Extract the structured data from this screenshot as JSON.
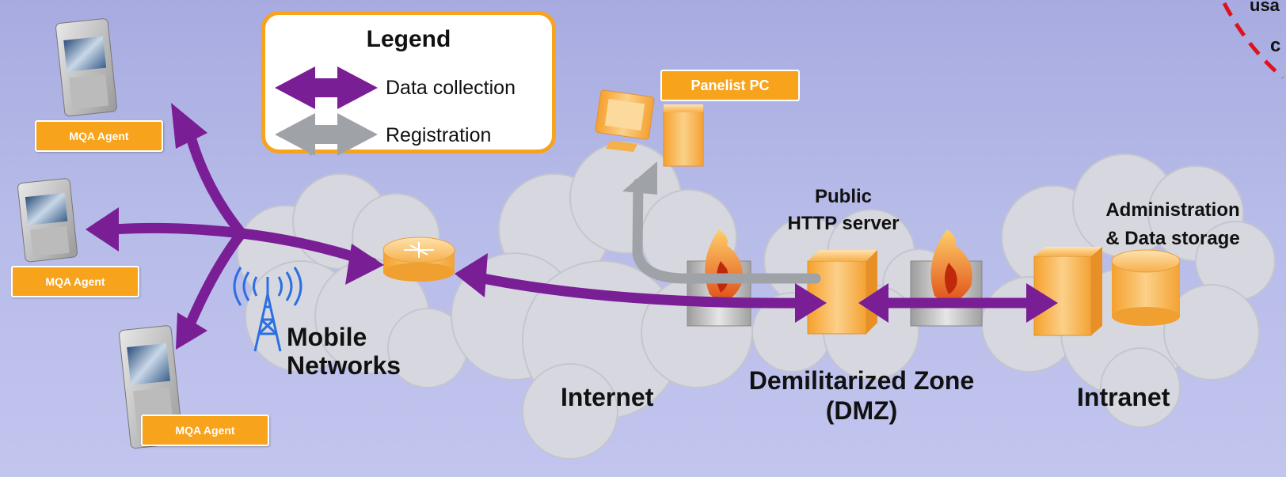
{
  "legend": {
    "title": "Legend",
    "data_collection": "Data collection",
    "registration": "Registration"
  },
  "agents": [
    "MQA Agent",
    "MQA Agent",
    "MQA Agent"
  ],
  "panelist_pc": "Panelist PC",
  "zones": {
    "mobile": [
      "Mobile",
      "Networks"
    ],
    "internet": "Internet",
    "dmz": [
      "Demilitarized Zone",
      "(DMZ)"
    ],
    "intranet": "Intranet"
  },
  "servers": {
    "public_http": [
      "Public",
      "HTTP server"
    ],
    "admin": [
      "Administration",
      "& Data storage"
    ]
  },
  "corner_fragments": [
    "usa",
    "c"
  ],
  "colors": {
    "data_collection_arrow": "#7a1e96",
    "registration_arrow": "#9fa3a8",
    "accent_orange": "#f7a31c",
    "cloud": "#d8d8de",
    "antenna_blue": "#2b6fe0",
    "red_dashed": "#e0101c"
  }
}
